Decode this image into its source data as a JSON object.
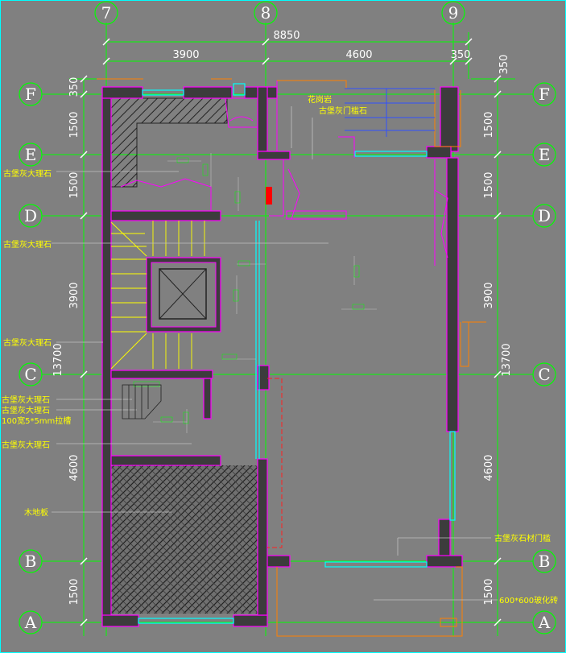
{
  "grid": {
    "columns": [
      "7",
      "8",
      "9"
    ],
    "rows": [
      "F",
      "E",
      "D",
      "C",
      "B",
      "A"
    ]
  },
  "dimensions": {
    "top_total": "8850",
    "top_left": "3900",
    "top_mid": "4600",
    "top_right": "350",
    "side_top": "350",
    "left_total": "13700",
    "right_total": "13700",
    "segments": [
      "1500",
      "1500",
      "3900",
      "4600",
      "1500"
    ]
  },
  "annotations": [
    "花岗岩",
    "古堡灰门槛石",
    "古堡灰大理石",
    "古堡灰大理石",
    "古堡灰大理石",
    "古堡灰大理石",
    "古堡灰大理石",
    "100宽5*5mm拉槽",
    "古堡灰大理石",
    "木地板",
    "古堡灰石材门槛",
    "600*600玻化砖"
  ],
  "colors": {
    "background": "#808080",
    "wall": "#3c3c3c",
    "wall_outline": "#ff00ff",
    "axis": "#00ff00",
    "text": "#ffff00",
    "window": "#00ffff",
    "orange": "#ff8000"
  }
}
